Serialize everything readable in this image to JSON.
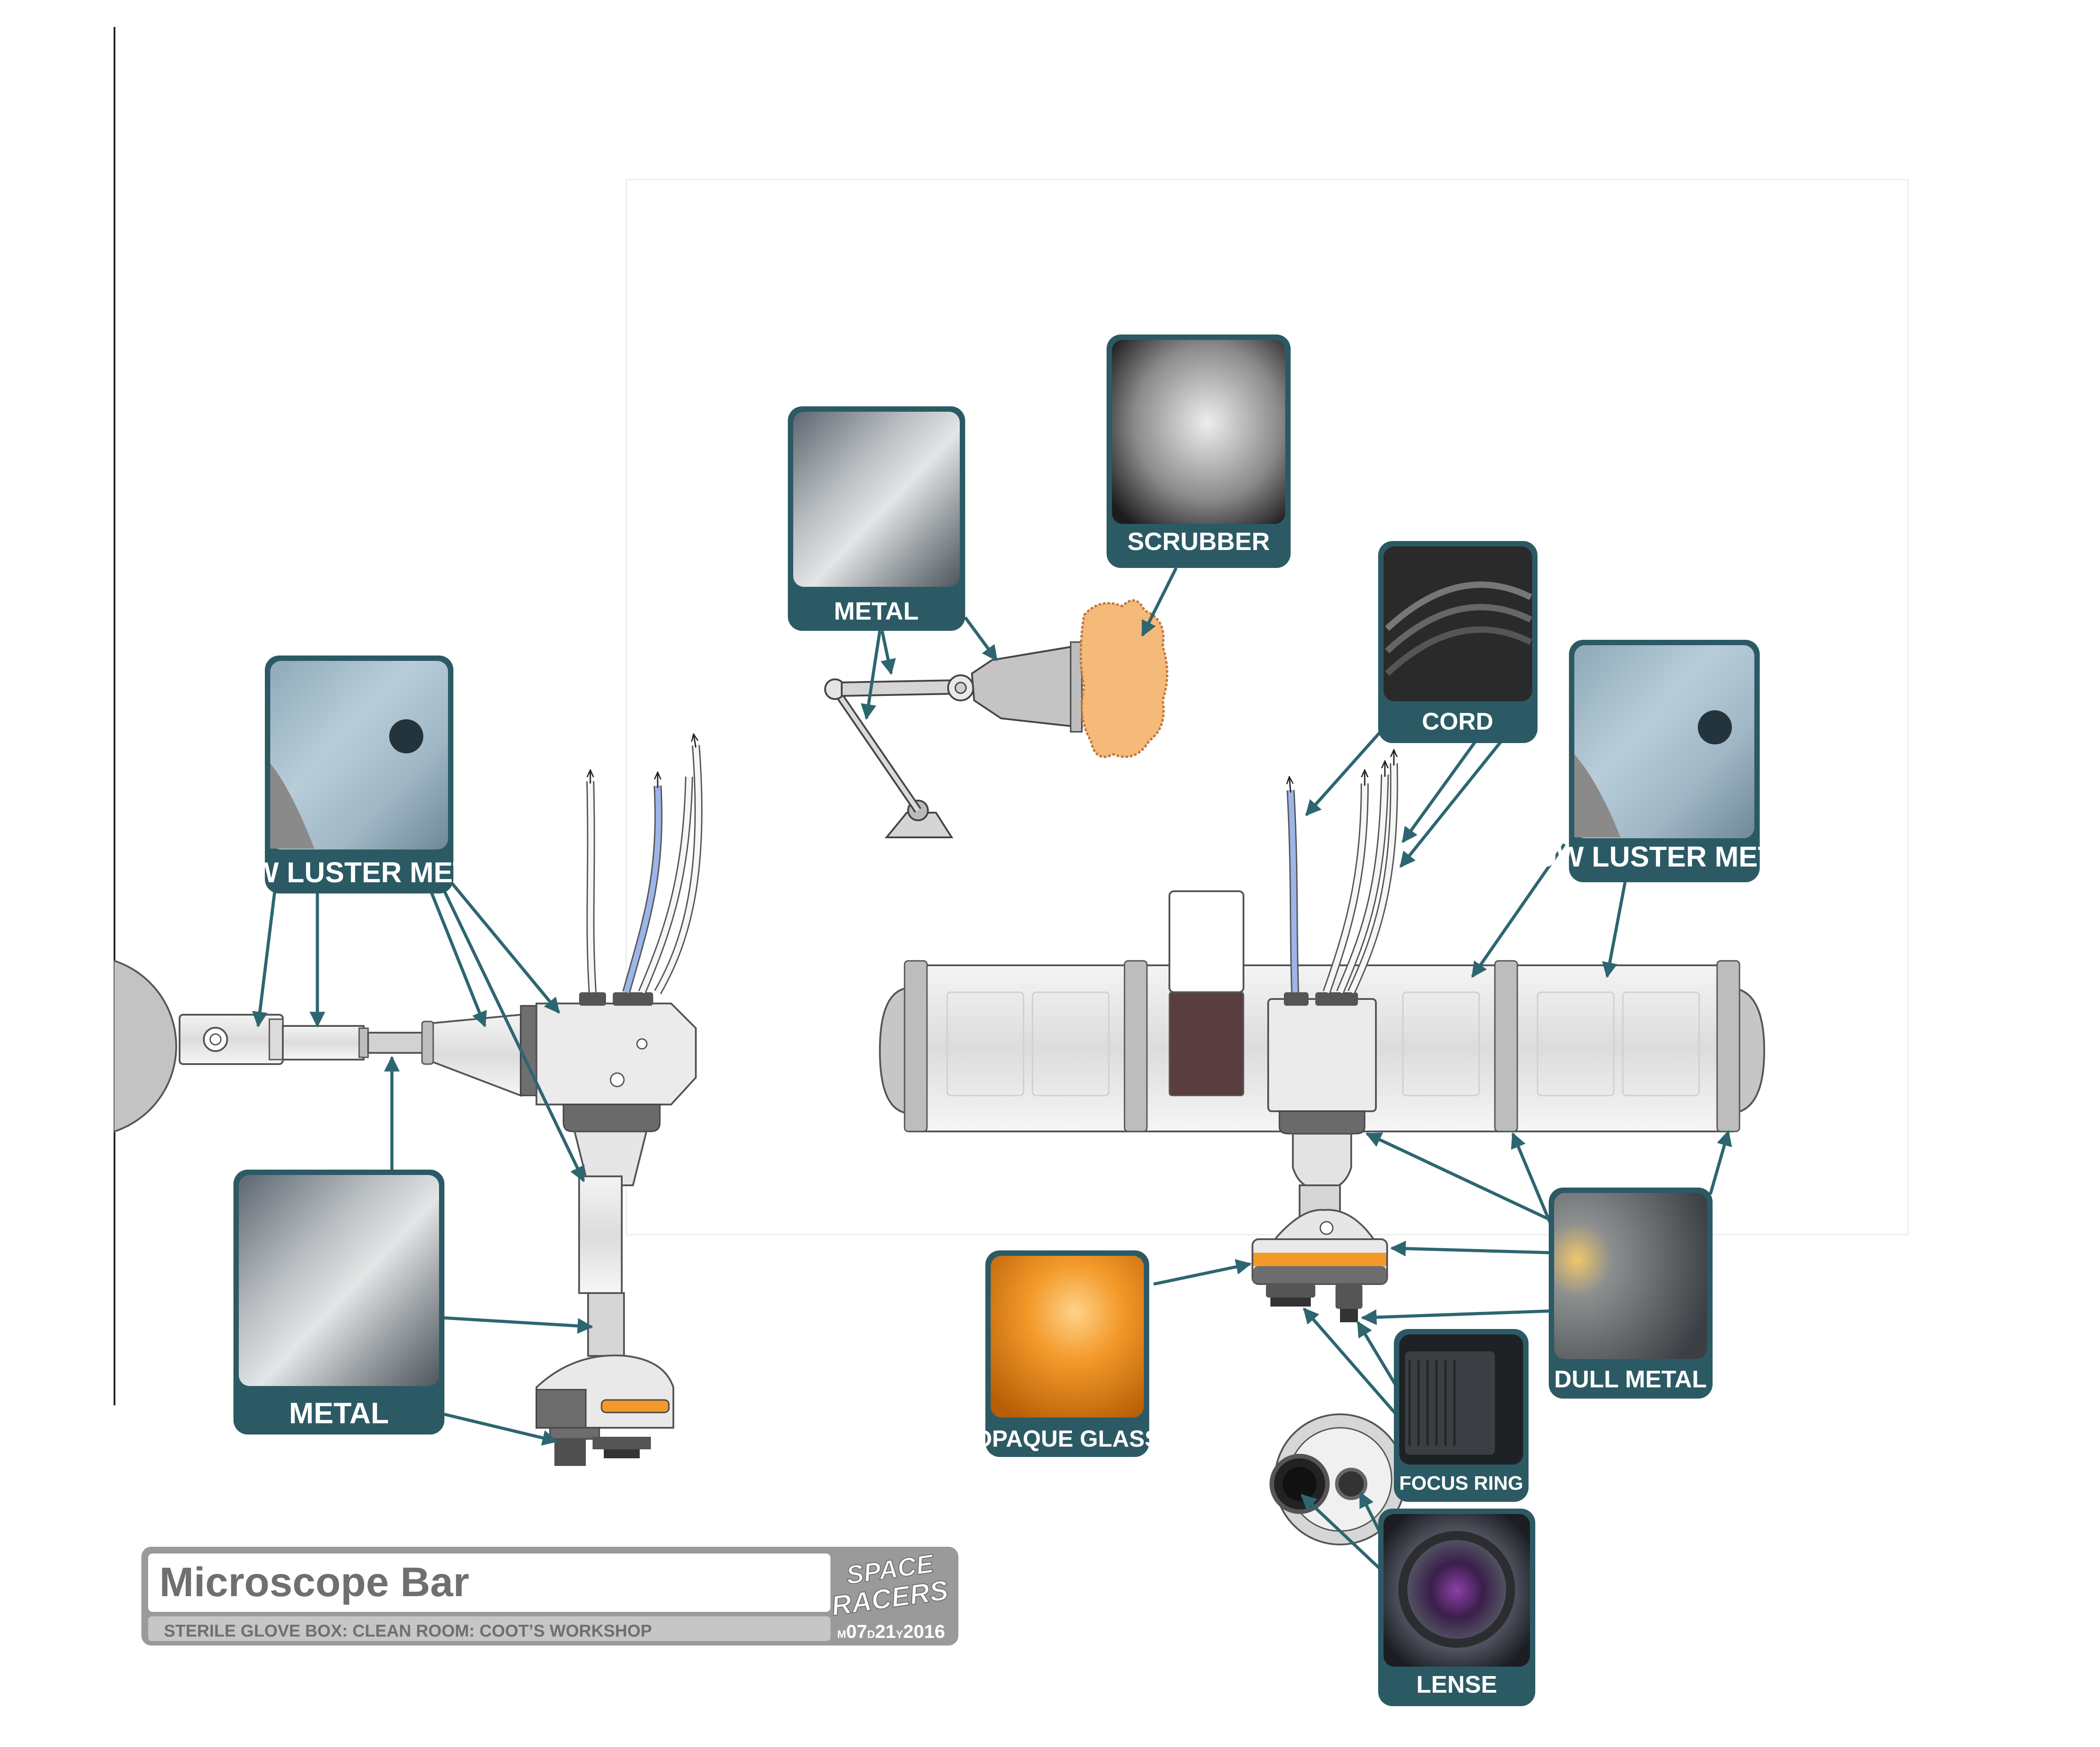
{
  "colors": {
    "teal": "#2c5a64",
    "arrow": "#2d6670",
    "metal": "#c9c9c9",
    "dark_metal": "#6b6b6b",
    "orange": "#f39a2a",
    "hose_blue": "#9db5e8",
    "brown": "#5a3d3f",
    "scrubber": "#f5b97a"
  },
  "swatches": [
    {
      "id": "sw-low-luster-left",
      "label": "LOW LUSTER METAL",
      "texture": "low-luster-metal"
    },
    {
      "id": "sw-metal-left",
      "label": "METAL",
      "texture": "metal"
    },
    {
      "id": "sw-metal-top",
      "label": "METAL",
      "texture": "metal"
    },
    {
      "id": "sw-scrubber",
      "label": "SCRUBBER",
      "texture": "scrubber"
    },
    {
      "id": "sw-cord",
      "label": "CORD",
      "texture": "cord"
    },
    {
      "id": "sw-low-luster-right",
      "label": "LOW LUSTER METAL",
      "texture": "low-luster-metal"
    },
    {
      "id": "sw-dull-metal",
      "label": "DULL  METAL",
      "texture": "dull-metal"
    },
    {
      "id": "sw-opaque-glass",
      "label": "OPAQUE GLASS",
      "texture": "opaque-glass"
    },
    {
      "id": "sw-focus-ring",
      "label": "FOCUS RING",
      "texture": "focus-ring"
    },
    {
      "id": "sw-lense",
      "label": "LENSE",
      "texture": "lense"
    }
  ],
  "title_block": {
    "title": "Microscope Bar",
    "subtitle": "STERILE GLOVE BOX: CLEAN ROOM: COOT’S WORKSHOP",
    "logo_text": "SPACE RACERS",
    "date_m": "07",
    "date_d": "21",
    "date_y": "2016"
  }
}
